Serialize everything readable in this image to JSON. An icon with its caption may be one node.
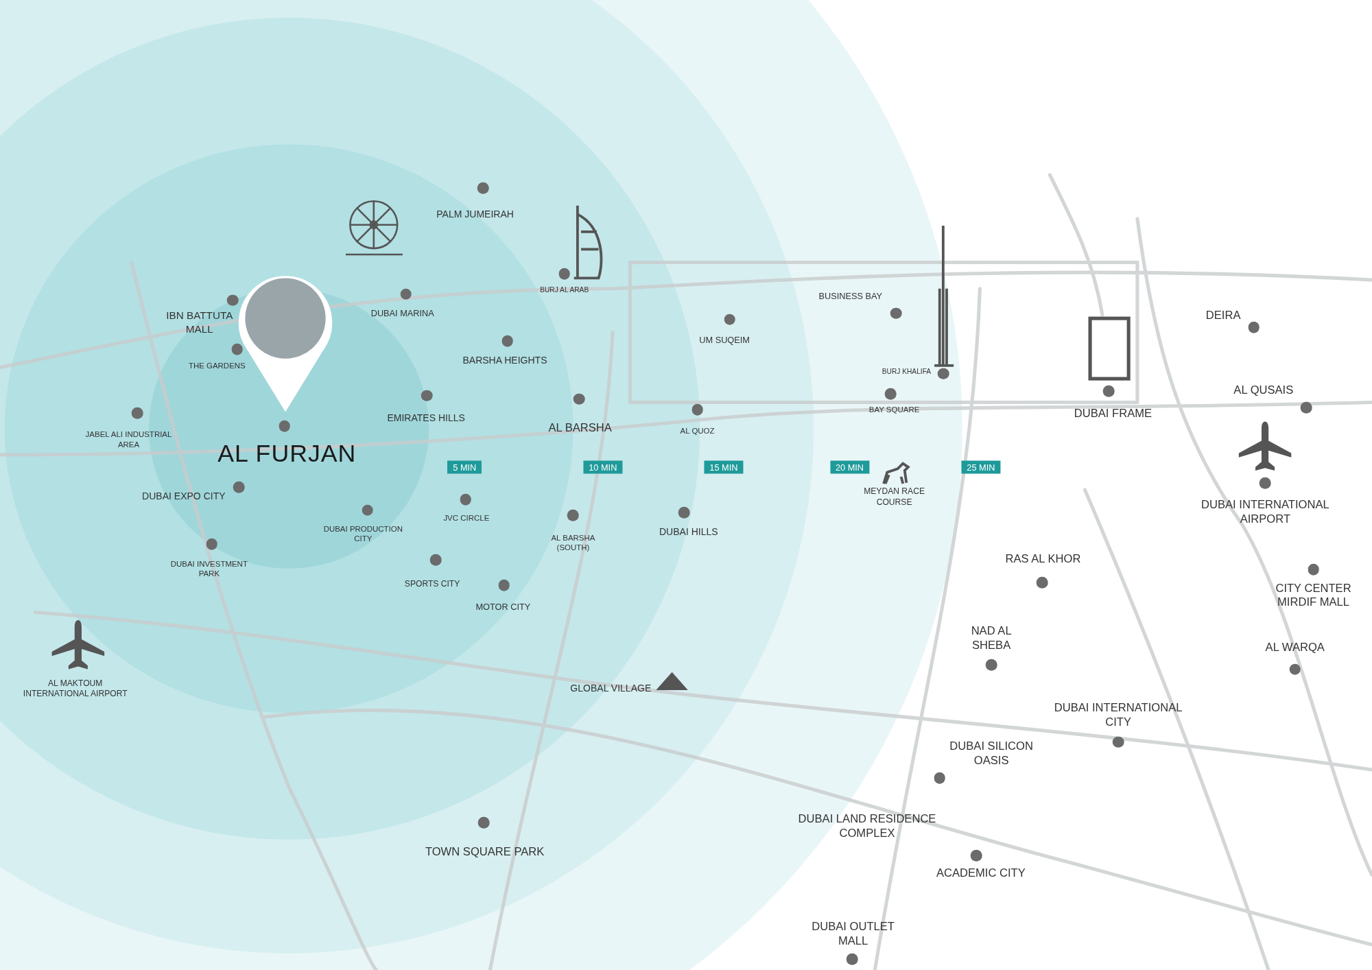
{
  "diagram": {
    "labels": [
      "PALM JUMEIRAH",
      "DUBAI MARINA",
      "BURJ AL ARAB",
      "BUSINESS BAY",
      "IBN BATTUTA MALL",
      "DEIRA",
      "UM SUQEIM",
      "BARSHA HEIGHTS",
      "THE GARDENS",
      "BURJ KHALIFA",
      "AL QUSAIS",
      "BAY SQUARE",
      "DUBAI FRAME",
      "EMIRATES HILLS",
      "AL BARSHA",
      "AL QUOZ",
      "JABEL ALI INDUSTRIAL AREA",
      "AL FURJAN",
      "5 MIN",
      "10 MIN",
      "15 MIN",
      "20 MIN",
      "25 MIN",
      "DUBAI EXPO CITY",
      "MEYDAN RACE COURSE",
      "DUBAI INTERNATIONAL AIRPORT",
      "JVC CIRCLE",
      "DUBAI HILLS",
      "DUBAI PRODUCTION CITY",
      "AL BARSHA (SOUTH)",
      "RAS AL KHOR",
      "DUBAI INVESTMENT PARK",
      "SPORTS CITY",
      "CITY CENTER MIRDIF MALL",
      "MOTOR CITY",
      "NAD AL SHEBA",
      "AL WARQA",
      "AL MAKTOUM INTERNATIONAL AIRPORT",
      "GLOBAL VILLAGE",
      "DUBAI INTERNATIONAL CITY",
      "DUBAI SILICON OASIS",
      "DUBAI LAND RESIDENCE COMPLEX",
      "TOWN SQUARE PARK",
      "ACADEMIC CITY",
      "DUBAI OUTLET MALL"
    ]
  }
}
